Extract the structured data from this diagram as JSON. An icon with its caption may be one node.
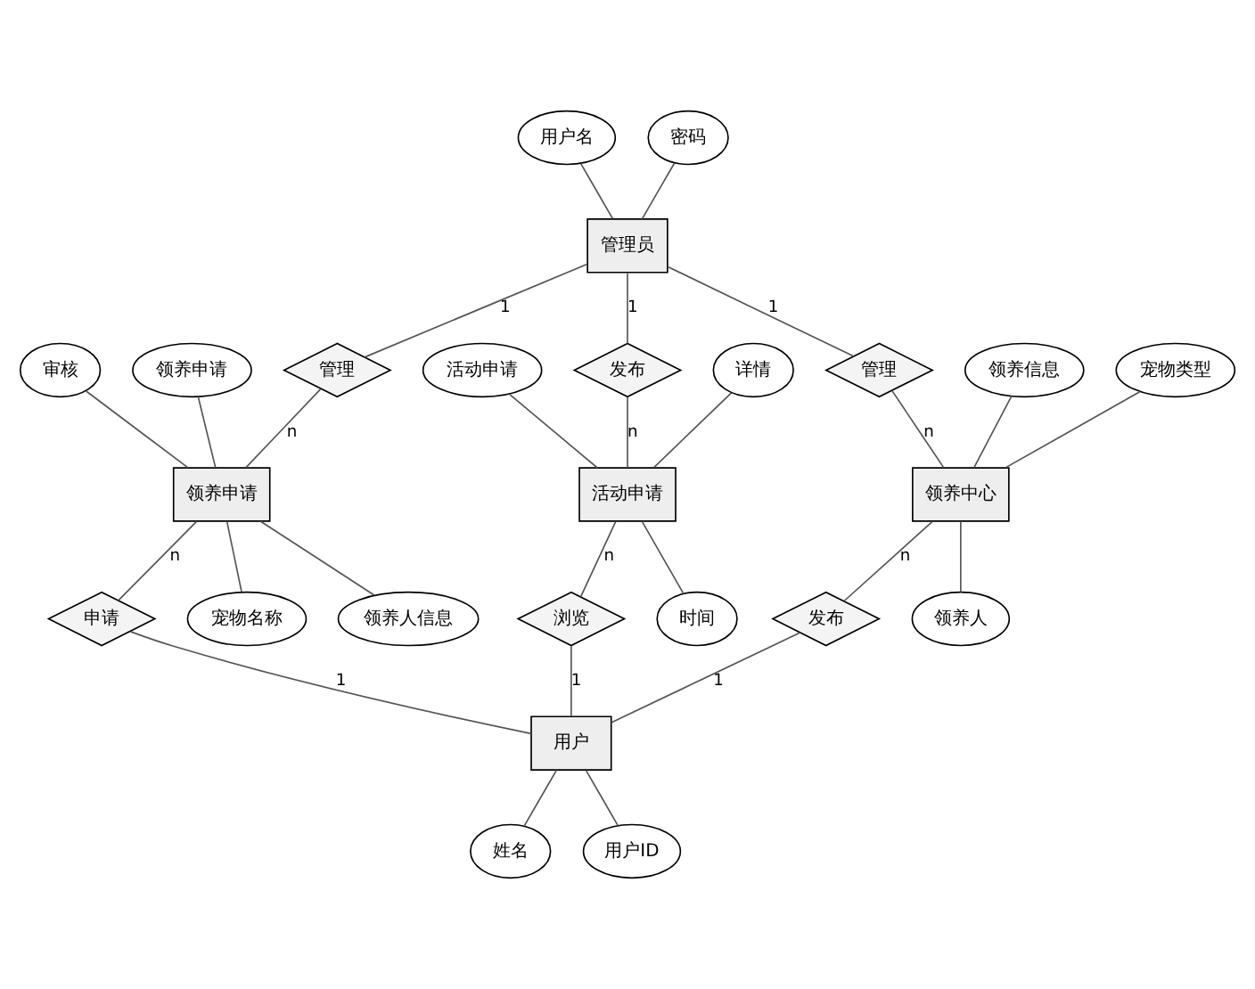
{
  "diagram": {
    "nodes": [
      {
        "text": [
          "用户名"
        ]
      },
      {
        "text": [
          "密码"
        ]
      },
      {
        "text": [
          "管理员"
        ]
      },
      {
        "text": [
          "管理"
        ]
      },
      {
        "text": [
          "管理"
        ]
      },
      {
        "text": [
          "发布"
        ]
      },
      {
        "text": [
          "领养信息"
        ]
      },
      {
        "text": [
          "宠物类型"
        ]
      },
      {
        "text": [
          "领养中心"
        ]
      },
      {
        "text": [
          "审核"
        ]
      },
      {
        "text": [
          "领养申请"
        ]
      },
      {
        "text": [
          "领养申请"
        ]
      },
      {
        "text": [
          "宠物名称"
        ]
      },
      {
        "text": [
          "领养人信息"
        ]
      },
      {
        "text": [
          "详情"
        ]
      },
      {
        "text": [
          "活动申请"
        ]
      },
      {
        "text": [
          "活动申请"
        ]
      },
      {
        "text": [
          "领养人"
        ]
      },
      {
        "text": [
          "时间"
        ]
      },
      {
        "text": [
          "发布"
        ]
      },
      {
        "text": [
          "申请"
        ]
      },
      {
        "text": [
          "浏览"
        ]
      },
      {
        "text": [
          "用户"
        ]
      },
      {
        "text": [
          "姓名"
        ]
      },
      {
        "text": [
          "用户ID"
        ]
      }
    ],
    "edges": [
      {
        "from": 0,
        "to": 2,
        "arrow": "none"
      },
      {
        "from": 1,
        "to": 2,
        "arrow": "none"
      },
      {
        "from": 2,
        "to": 3,
        "arrow": "none",
        "label": "1"
      },
      {
        "from": 2,
        "to": 4,
        "arrow": "none",
        "label": "1"
      },
      {
        "from": 2,
        "to": 5,
        "arrow": "none",
        "label": "1"
      },
      {
        "from": 3,
        "to": 8,
        "arrow": "none",
        "label": "n"
      },
      {
        "from": 4,
        "to": 11,
        "arrow": "none",
        "label": "n"
      },
      {
        "from": 5,
        "to": 15,
        "arrow": "none",
        "label": "n"
      },
      {
        "from": 6,
        "to": 8,
        "arrow": "none"
      },
      {
        "from": 7,
        "to": 8,
        "arrow": "none"
      },
      {
        "from": 8,
        "to": 17,
        "arrow": "none"
      },
      {
        "from": 9,
        "to": 11,
        "arrow": "none"
      },
      {
        "from": 10,
        "to": 11,
        "arrow": "none"
      },
      {
        "from": 11,
        "to": 12,
        "arrow": "none"
      },
      {
        "from": 11,
        "to": 13,
        "arrow": "none"
      },
      {
        "from": 14,
        "to": 15,
        "arrow": "none"
      },
      {
        "from": 16,
        "to": 15,
        "arrow": "none"
      },
      {
        "from": 15,
        "to": 18,
        "arrow": "none"
      },
      {
        "from": 8,
        "to": 19,
        "arrow": "none",
        "label": "n"
      },
      {
        "from": 19,
        "to": 22,
        "arrow": "none",
        "label": "1"
      },
      {
        "from": 11,
        "to": 20,
        "arrow": "none",
        "label": "n"
      },
      {
        "from": 20,
        "to": 22,
        "arrow": "none",
        "label": "1"
      },
      {
        "from": 15,
        "to": 21,
        "arrow": "none",
        "label": "n"
      },
      {
        "from": 21,
        "to": 22,
        "arrow": "none",
        "label": "1"
      },
      {
        "from": 22,
        "to": 23,
        "arrow": "none"
      },
      {
        "from": 22,
        "to": 24,
        "arrow": "none"
      }
    ]
  }
}
